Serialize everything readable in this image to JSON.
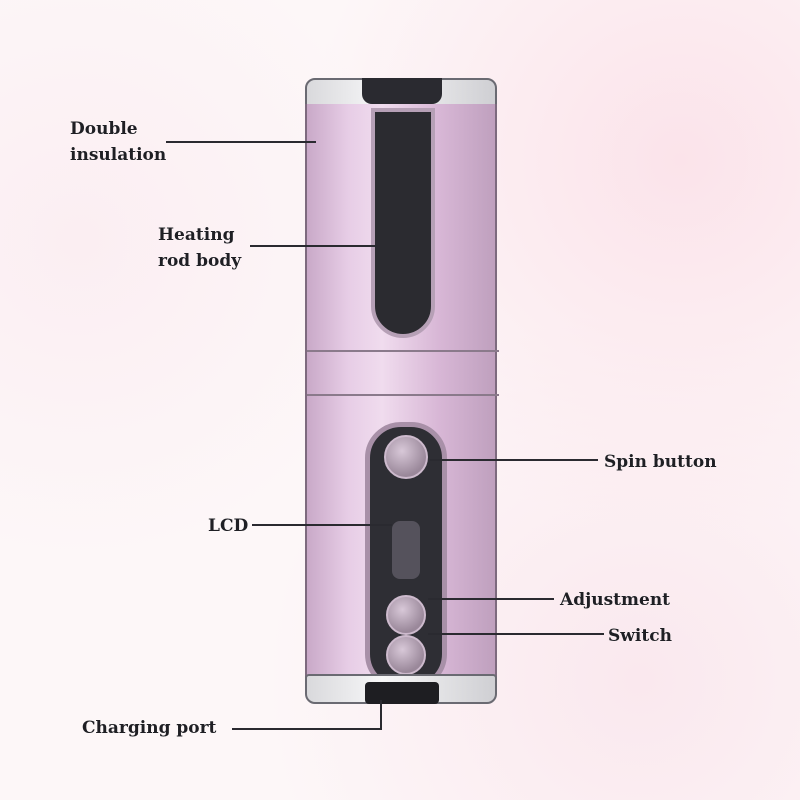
{
  "labels": {
    "double_insulation": [
      "Double",
      "insulation"
    ],
    "heating_rod_body": [
      "Heating",
      "rod body"
    ],
    "spin_button": "Spin button",
    "lcd": "LCD",
    "adjustment": "Adjustment",
    "switch": "Switch",
    "charging_port": "Charging port"
  },
  "colors": {
    "body": "#e7cde6",
    "window": "#2b2b30",
    "metal_cap": "#f7f7f8"
  }
}
